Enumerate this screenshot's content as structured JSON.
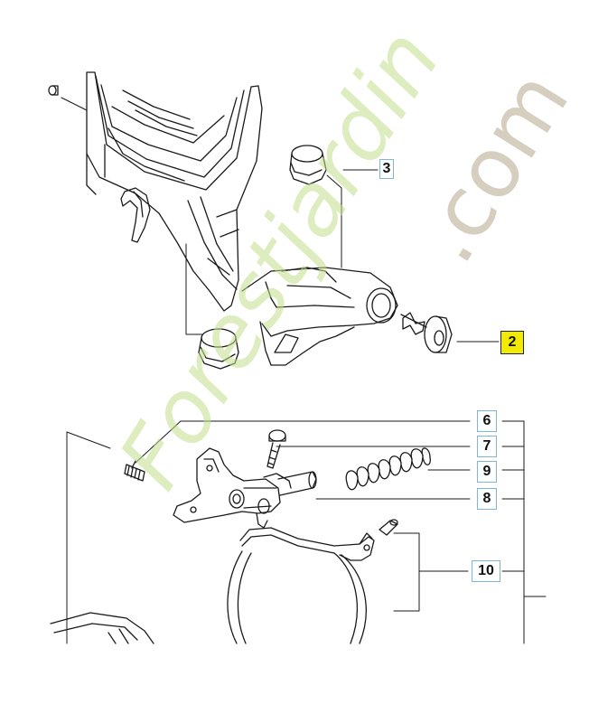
{
  "callouts": {
    "c2": {
      "label": "2"
    },
    "c3": {
      "label": "3"
    },
    "c6": {
      "label": "6"
    },
    "c7": {
      "label": "7"
    },
    "c8": {
      "label": "8"
    },
    "c9": {
      "label": "9"
    },
    "c10": {
      "label": "10"
    }
  },
  "watermark": {
    "line1": "Forestjardin",
    "line2": ".com"
  },
  "colors": {
    "line": "#1a1a1a",
    "highlight": "#f2ea00",
    "callout_border": "#7fb6d6",
    "watermark_green": "#c3df8a",
    "watermark_orange": "#f5b24a",
    "watermark_beige": "#cfc6b4"
  }
}
